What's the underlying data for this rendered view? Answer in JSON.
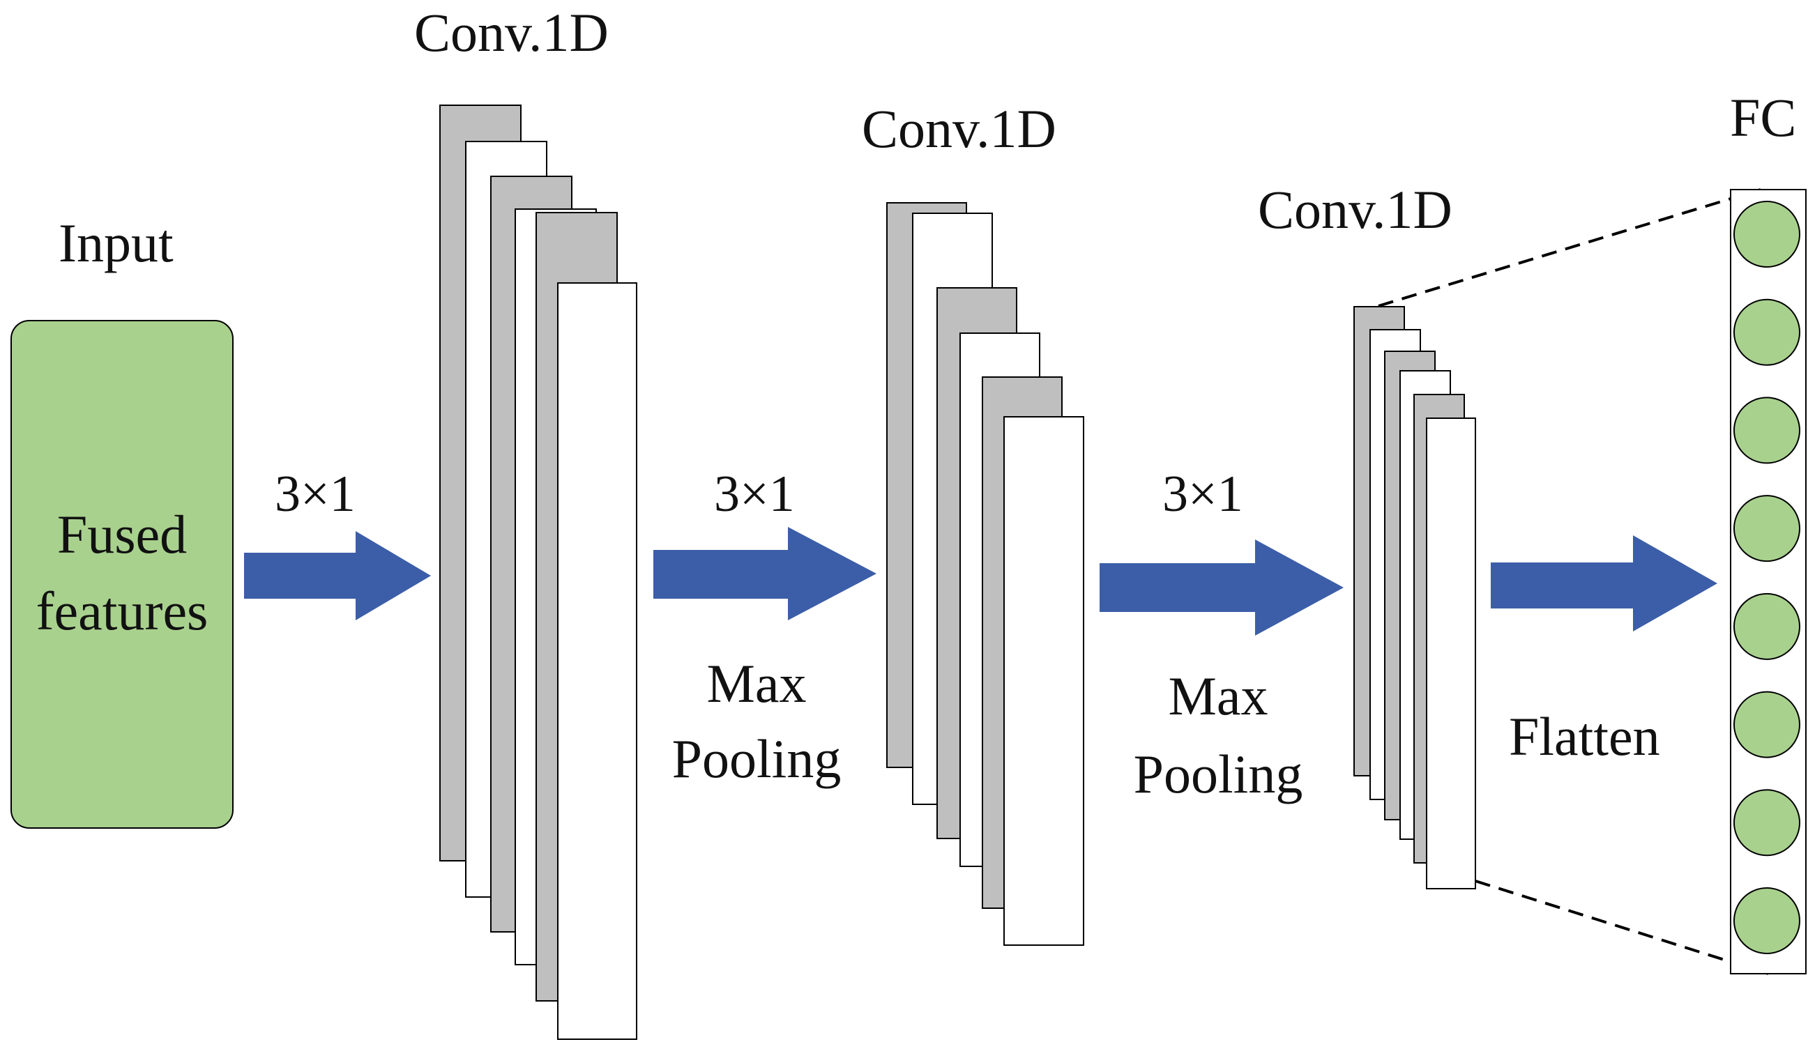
{
  "labels": {
    "input": "Input",
    "input_box": [
      "Fused",
      "features"
    ],
    "conv1": "Conv.1D",
    "conv2": "Conv.1D",
    "conv3": "Conv.1D",
    "fc": "FC",
    "kernel1": "3×1",
    "kernel2": "3×1",
    "kernel3": "3×1",
    "pool1": [
      "Max",
      "Pooling"
    ],
    "pool2": [
      "Max",
      "Pooling"
    ],
    "flatten": "Flatten"
  },
  "colors": {
    "input_fill": "#a9d18e",
    "arrow_fill": "#3c5ea8",
    "map_gray": "#bfbfbf",
    "map_white": "#ffffff",
    "neuron_fill": "#a9d18e",
    "stroke": "#000000"
  },
  "fc_neuron_count": 8
}
